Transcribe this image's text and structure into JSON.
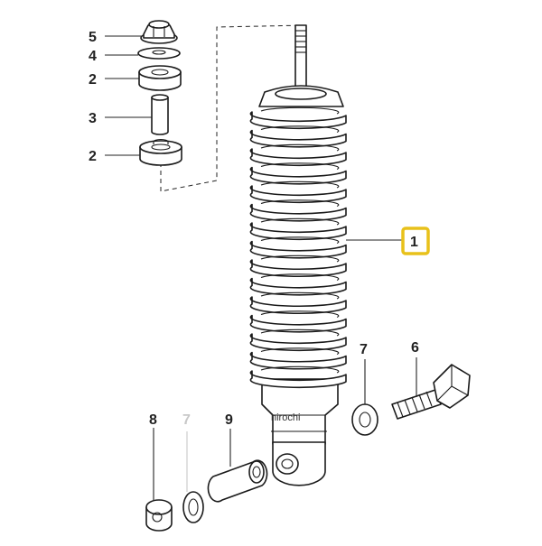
{
  "labels": {
    "part_1": "1",
    "part_2a": "2",
    "part_2b": "2",
    "part_3": "3",
    "part_4": "4",
    "part_5": "5",
    "part_6": "6",
    "part_7a": "7",
    "part_7b": "7",
    "part_8": "8",
    "part_9": "9"
  },
  "watermark": "hirochi",
  "colors": {
    "highlight": "#e8c11a",
    "ink": "#1a1a1a",
    "faded": "#c8c8c8"
  }
}
